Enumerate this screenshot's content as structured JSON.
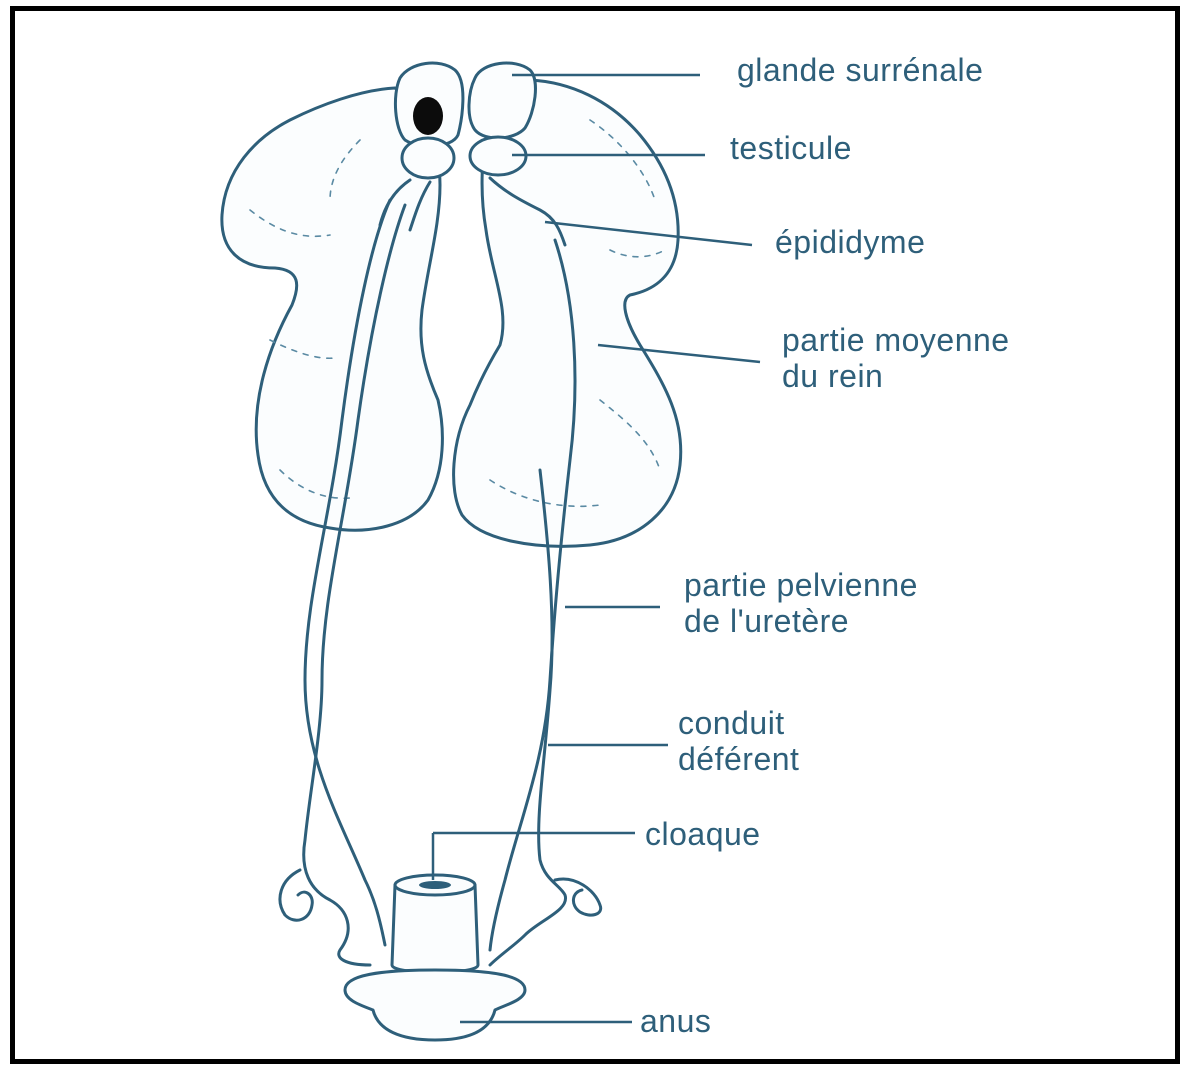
{
  "diagram": {
    "labels": {
      "glande_surrenale": "glande surrénale",
      "testicule": "testicule",
      "epididyme": "épididyme",
      "partie_moyenne_line1": "partie moyenne",
      "partie_moyenne_line2": "du rein",
      "partie_pelvienne_line1": "partie pelvienne",
      "partie_pelvienne_line2": "de l'uretère",
      "conduit_line1": "conduit",
      "conduit_line2": "déférent",
      "cloaque": "cloaque",
      "anus": "anus"
    },
    "colors": {
      "ink": "#2e5f7a",
      "frame": "#000000",
      "background": "#ffffff"
    }
  }
}
